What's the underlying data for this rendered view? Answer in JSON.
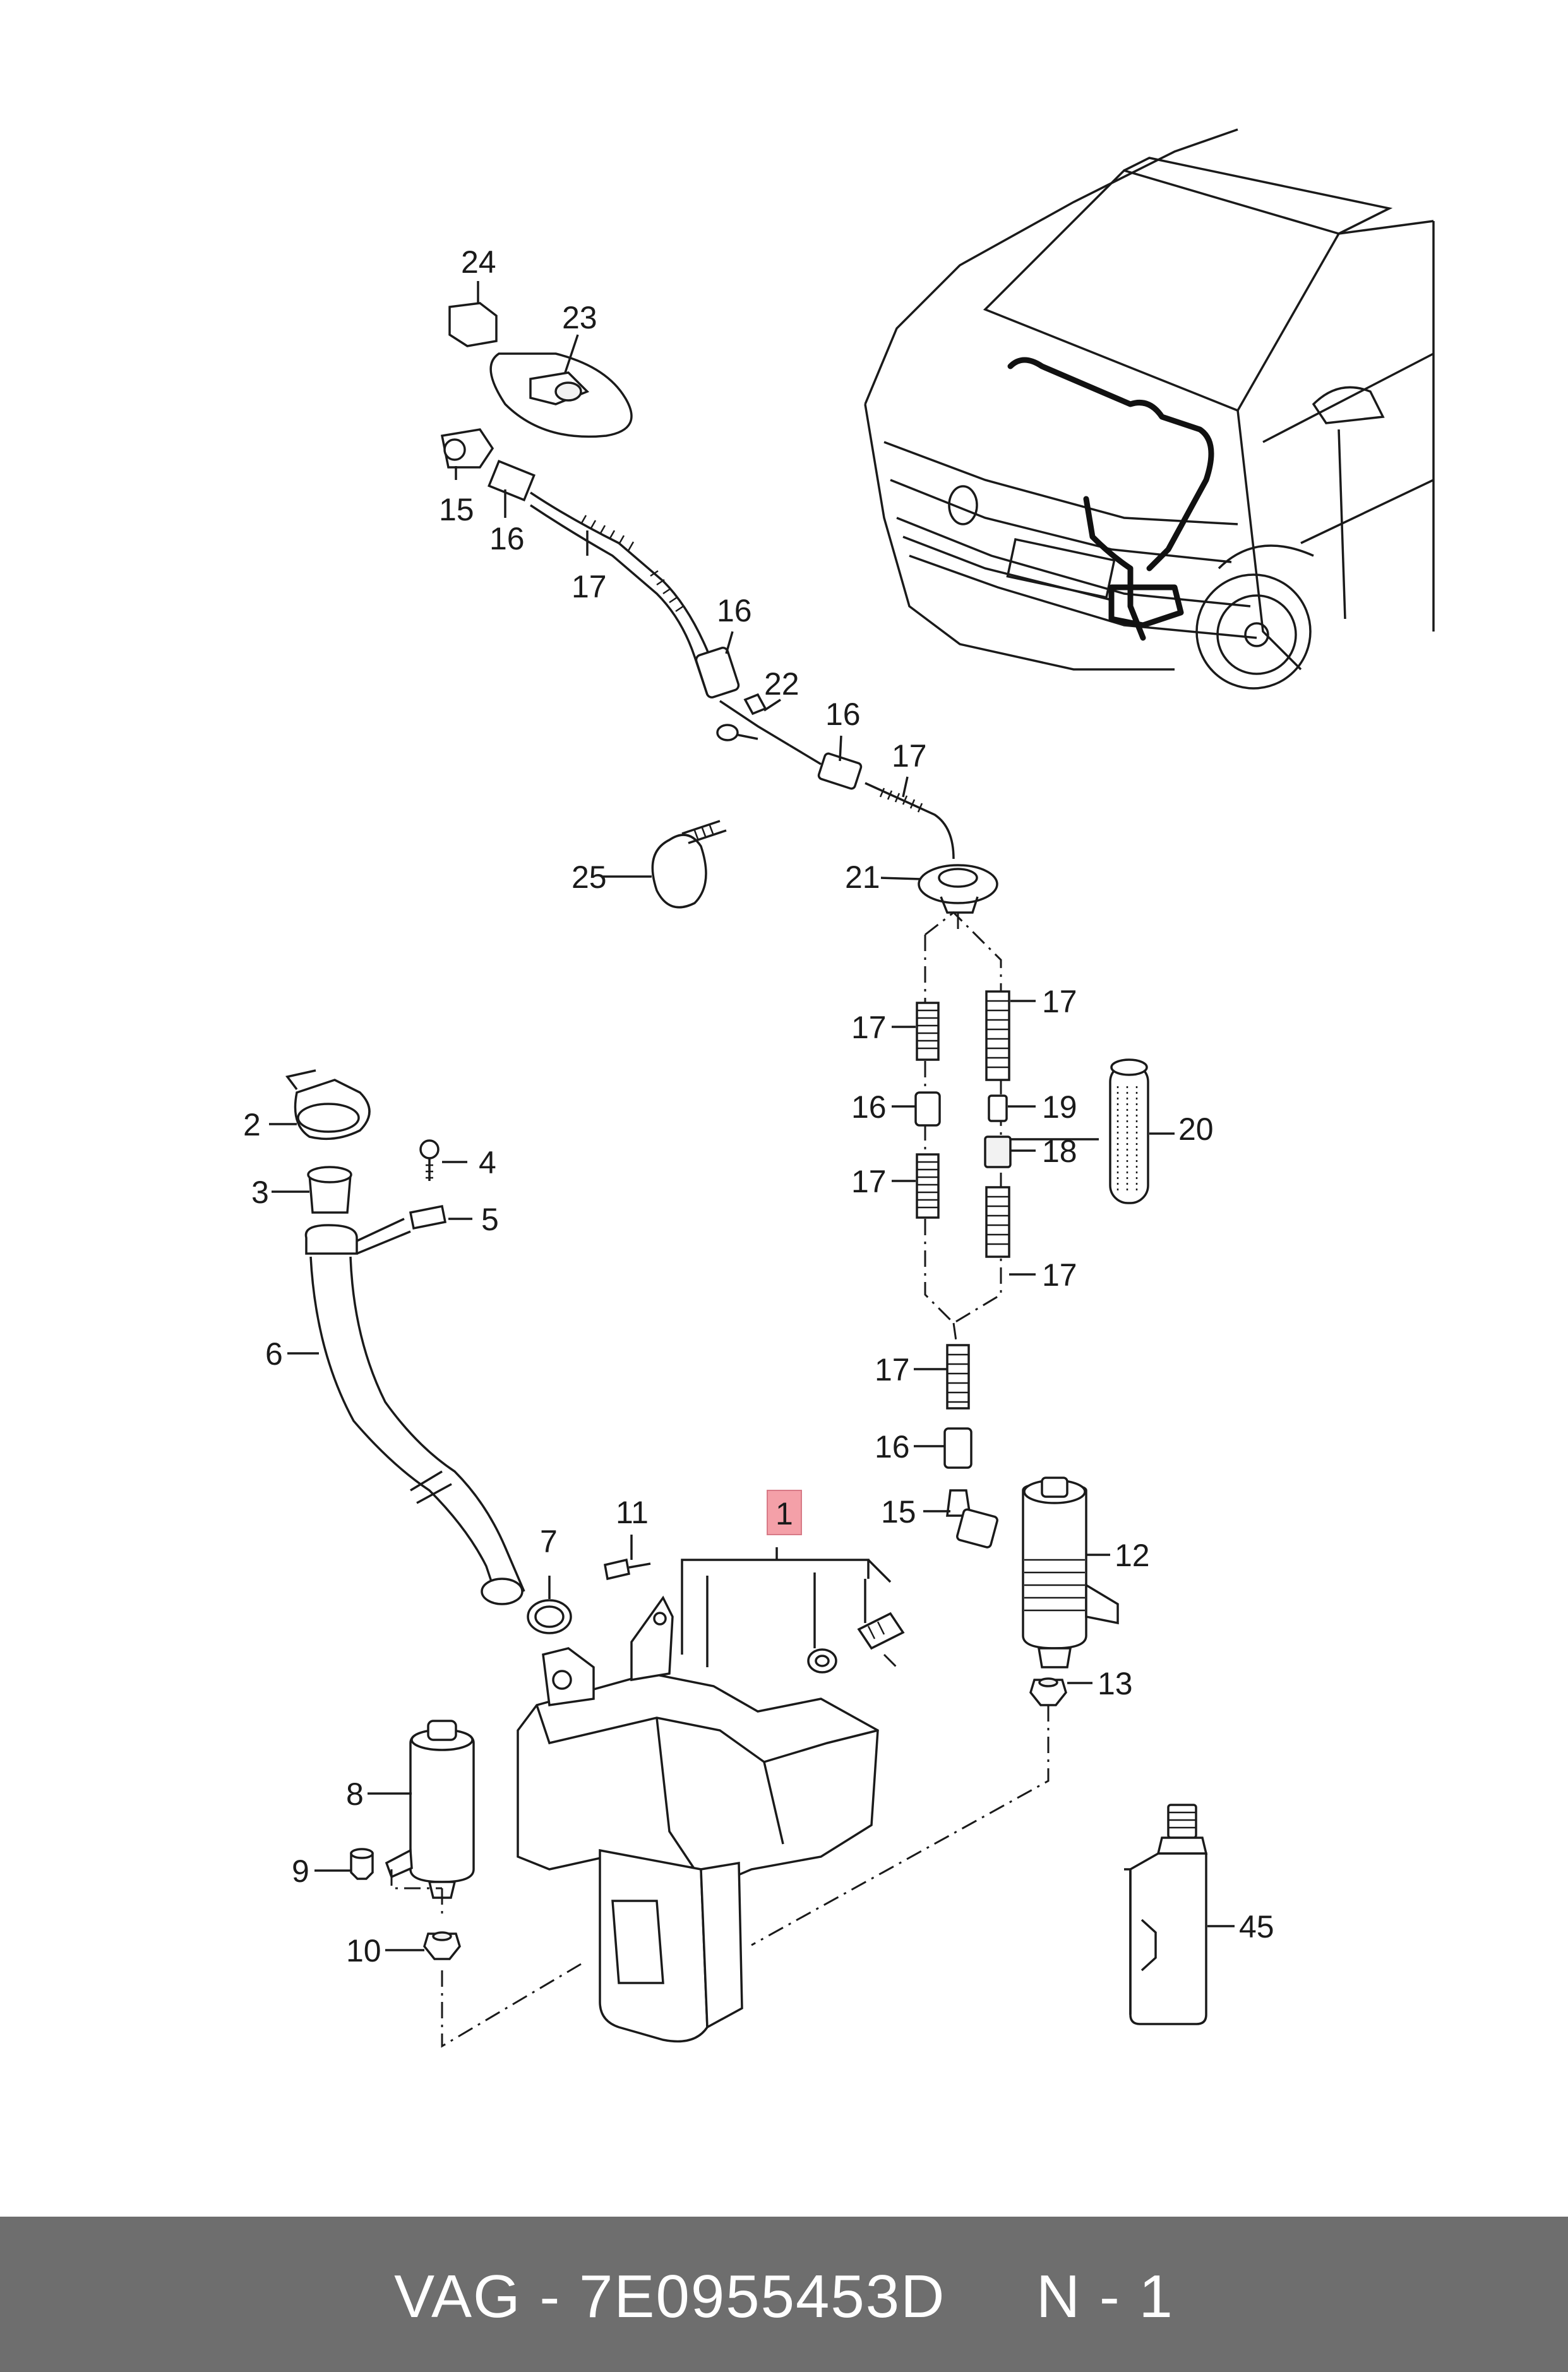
{
  "callouts": {
    "c1": "1",
    "c2": "2",
    "c3": "3",
    "c4": "4",
    "c5": "5",
    "c6": "6",
    "c7": "7",
    "c8": "8",
    "c9": "9",
    "c10": "10",
    "c11": "11",
    "c12": "12",
    "c13": "13",
    "c15a": "15",
    "c15b": "15",
    "c16a": "16",
    "c16b": "16",
    "c16c": "16",
    "c16d": "16",
    "c16e": "16",
    "c17a": "17",
    "c17b": "17",
    "c17c": "17",
    "c17d": "17",
    "c17e": "17",
    "c17f": "17",
    "c17g": "17",
    "c18": "18",
    "c19": "19",
    "c20": "20",
    "c21": "21",
    "c22": "22",
    "c23": "23",
    "c24": "24",
    "c25": "25",
    "c45": "45"
  },
  "highlight_color": "#f4a0a8",
  "footer": {
    "text": "VAG - 7E0955453D     N - 1",
    "background": "#6e6e6e",
    "text_color": "#ffffff"
  }
}
